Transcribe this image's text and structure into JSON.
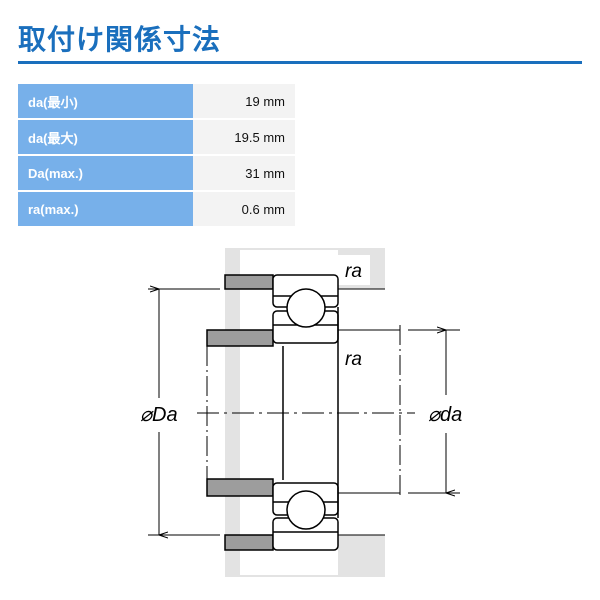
{
  "title": "取付け関係寸法",
  "table": [
    {
      "label": "da(最小)",
      "value": "19 mm"
    },
    {
      "label": "da(最大)",
      "value": "19.5 mm"
    },
    {
      "label": "Da(max.)",
      "value": "31 mm"
    },
    {
      "label": "ra(max.)",
      "value": "0.6 mm"
    }
  ],
  "diagram": {
    "ra_top": "ra",
    "ra_mid": "ra",
    "Da_label": "⌀Da",
    "da_label": "⌀da"
  }
}
